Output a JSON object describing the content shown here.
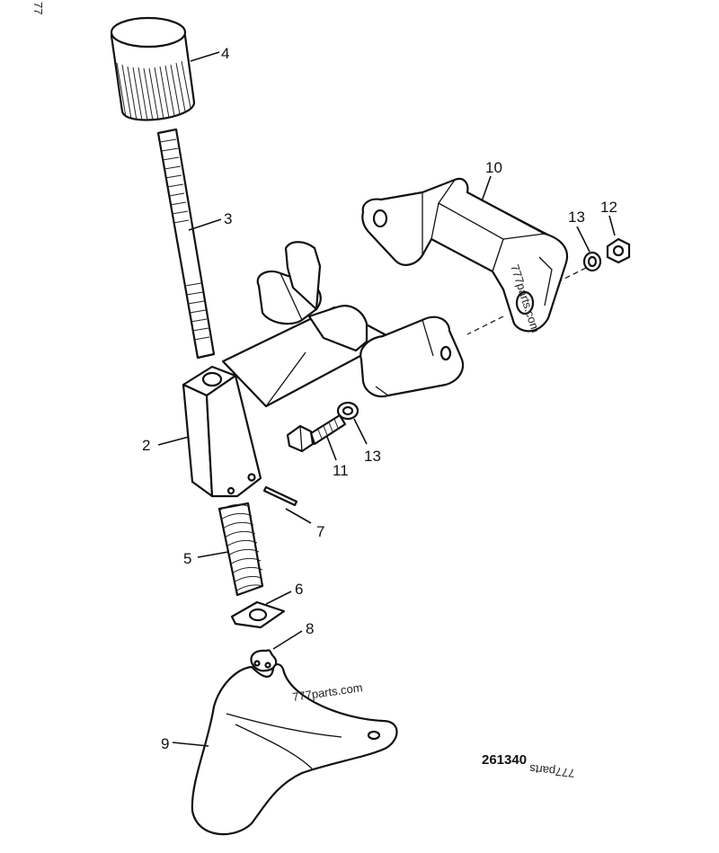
{
  "callouts": {
    "c2": "2",
    "c3": "3",
    "c4": "4",
    "c5": "5",
    "c6": "6",
    "c7": "7",
    "c8": "8",
    "c9": "9",
    "c10": "10",
    "c11": "11",
    "c12": "12",
    "c13a": "13",
    "c13b": "13"
  },
  "reference_number": "261340",
  "watermarks": {
    "w1": "777parts.com",
    "w2": "777parts.com",
    "w3": "777parts",
    "w4": "77"
  }
}
